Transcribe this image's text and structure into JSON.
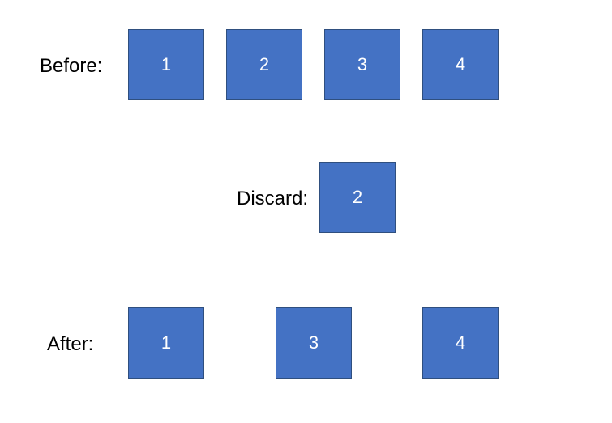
{
  "colors": {
    "card_fill": "#4472c4",
    "card_border": "#2f4f7f",
    "card_text": "#ffffff",
    "label_text": "#000000"
  },
  "before": {
    "label": "Before:",
    "cards": [
      "1",
      "2",
      "3",
      "4"
    ]
  },
  "discard": {
    "label": "Discard:",
    "cards": [
      "2"
    ]
  },
  "after": {
    "label": "After:",
    "cards": [
      "1",
      "3",
      "4"
    ]
  }
}
